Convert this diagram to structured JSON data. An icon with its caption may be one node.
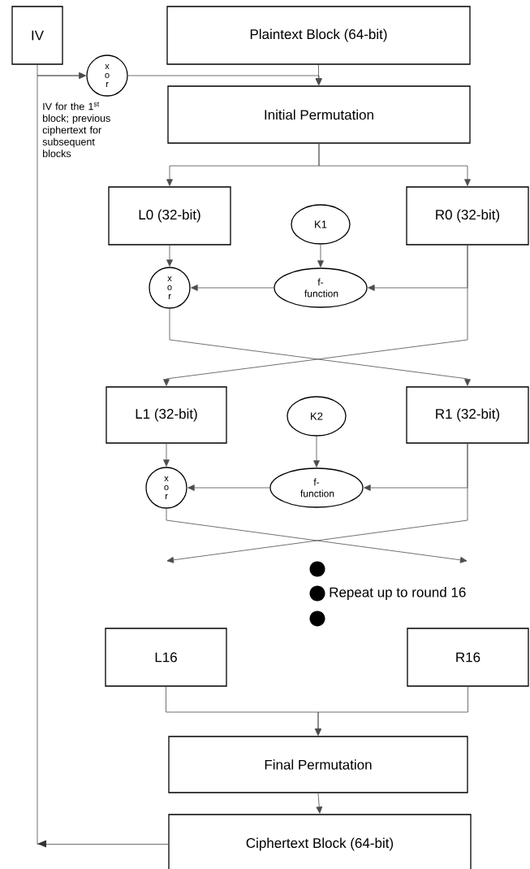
{
  "diagram": {
    "nodes": [
      {
        "text": [
          "IV"
        ]
      },
      {
        "text": [
          "Plaintext Block (64-bit)"
        ]
      },
      {
        "text": [
          "x o r"
        ]
      },
      {
        "text": [
          "Initial Permutation"
        ]
      },
      {
        "text": [
          "L0 (32-bit)"
        ]
      },
      {
        "text": [
          "K1"
        ]
      },
      {
        "text": [
          "R0 (32-bit)"
        ]
      },
      {
        "text": [
          "x o r"
        ]
      },
      {
        "text": [
          "f- function"
        ]
      },
      {
        "text": [
          "L1 (32-bit)"
        ]
      },
      {
        "text": [
          "K2"
        ]
      },
      {
        "text": [
          "R1 (32-bit)"
        ]
      },
      {
        "text": [
          "x o r"
        ]
      },
      {
        "text": [
          "f- function"
        ]
      },
      {
        "text": [
          "L16"
        ]
      },
      {
        "text": [
          "R16"
        ]
      },
      {
        "text": [
          "Final Permutation"
        ]
      },
      {
        "text": [
          "Ciphertext Block (64-bit)"
        ]
      }
    ],
    "edges": [
      {
        "from": 0,
        "to": 2,
        "arrow": "to"
      },
      {
        "from": 1,
        "to": 3,
        "arrow": "to"
      },
      {
        "from": 2,
        "to": 3,
        "arrow": "to"
      },
      {
        "from": 17,
        "to": 2,
        "arrow": "to"
      },
      {
        "from": 3,
        "to": 4,
        "arrow": "to"
      },
      {
        "from": 3,
        "to": 6,
        "arrow": "to"
      },
      {
        "from": 4,
        "to": 7,
        "arrow": "to"
      },
      {
        "from": 5,
        "to": 8,
        "arrow": "to"
      },
      {
        "from": 8,
        "to": 7,
        "arrow": "to"
      },
      {
        "from": 6,
        "to": 8,
        "arrow": "to"
      },
      {
        "from": 6,
        "to": 9,
        "arrow": "to"
      },
      {
        "from": 7,
        "to": 11,
        "arrow": "to"
      },
      {
        "from": 9,
        "to": 12,
        "arrow": "to"
      },
      {
        "from": 10,
        "to": 13,
        "arrow": "to"
      },
      {
        "from": 13,
        "to": 12,
        "arrow": "to"
      },
      {
        "from": 11,
        "to": 13,
        "arrow": "to"
      },
      {
        "from": 12,
        "to": null,
        "arrow": "to"
      },
      {
        "from": 11,
        "to": null,
        "arrow": "to"
      },
      {
        "from": 14,
        "to": 16,
        "arrow": "to"
      },
      {
        "from": 15,
        "to": 16,
        "arrow": "to"
      },
      {
        "from": 16,
        "to": 17,
        "arrow": "to"
      }
    ],
    "labels": [
      "IV for the 1$^{st}$ block; previous ciphertext for subsequent blocks",
      "Repeat up to round 16"
    ]
  }
}
